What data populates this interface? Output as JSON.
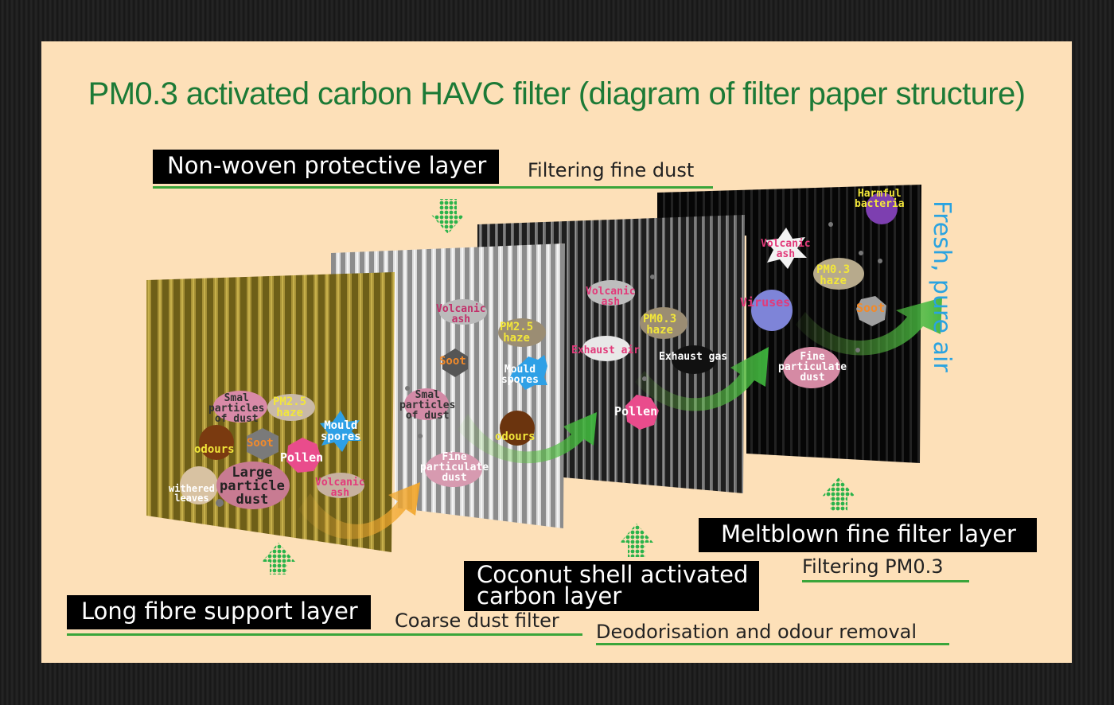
{
  "title": "PM0.3 activated carbon HAVC filter (diagram of filter paper structure)",
  "layers": [
    {
      "name": "Non-woven protective layer",
      "desc": "Filtering fine dust"
    },
    {
      "name": "Long fibre support layer",
      "desc": "Coarse dust filter"
    },
    {
      "name_line1": "Coconut shell activated",
      "name_line2": "carbon layer",
      "desc": "Deodorisation and odour removal"
    },
    {
      "name": "Meltblown fine filter layer",
      "desc": "Filtering PM0.3"
    }
  ],
  "side_label": "Fresh, pure air",
  "particles": {
    "layer1": [
      "Smal",
      "particles",
      "of dust",
      "PM2.5",
      "haze",
      "Mould",
      "spores",
      "odours",
      "Soot",
      "Pollen",
      "Large",
      "particle",
      "dust",
      "withered",
      "leaves",
      "Volcanic",
      "ash"
    ],
    "layer2": [
      "Volcanic",
      "ash",
      "PM2.5",
      "haze",
      "Soot",
      "Mould",
      "spores",
      "Smal",
      "particles",
      "of dust",
      "odours",
      "Fine",
      "particulate",
      "dust"
    ],
    "layer3": [
      "Volcanic",
      "ash",
      "PM0.3",
      "haze",
      "Exhaust air",
      "Exhaust gas",
      "Pollen"
    ],
    "layer4": [
      "Harmful",
      "bacteria",
      "Volcanic",
      "ash",
      "PM0.3",
      "haze",
      "Viruses",
      "Soot",
      "Fine",
      "particulate",
      "dust"
    ]
  },
  "colors": {
    "title": "#1c7a36",
    "panel": "#fde0b8",
    "label_bg": "#000000",
    "rule": "#3aa53a",
    "side_label": "#2aa3e0",
    "arrow": "#2bb34a"
  }
}
